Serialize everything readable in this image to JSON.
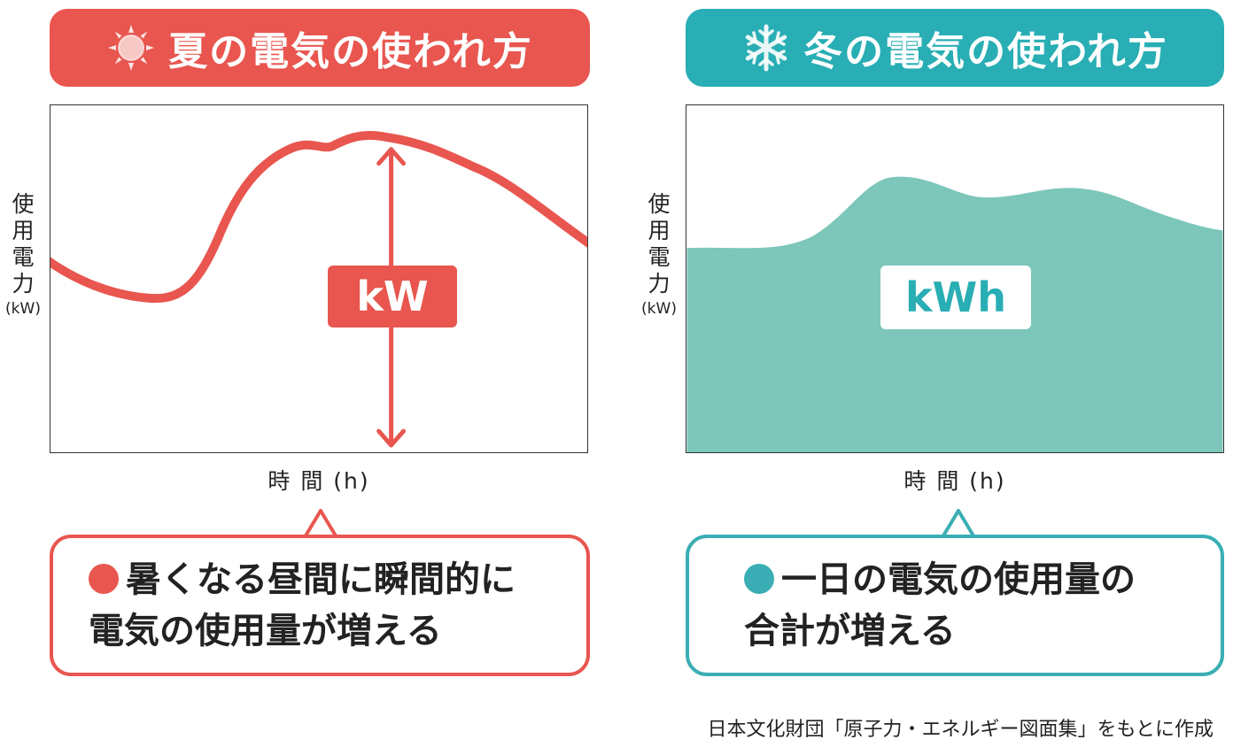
{
  "summer": {
    "title": "夏の電気の使われ方",
    "icon": "sun-icon",
    "color": "#e8564f",
    "y_label": [
      "使",
      "用",
      "電",
      "力"
    ],
    "y_unit": "(kW)",
    "x_label": "時 間 (h)",
    "badge": "kW",
    "bubble_lines": [
      "暑くなる昼間に瞬間的に",
      "電気の使用量が増える"
    ]
  },
  "winter": {
    "title": "冬の電気の使われ方",
    "icon": "snowflake-icon",
    "color": "#28aeb4",
    "fill_color": "#7cc6ba",
    "y_label": [
      "使",
      "用",
      "電",
      "力"
    ],
    "y_unit": "(kW)",
    "x_label": "時 間 (h)",
    "badge": "kWh",
    "bubble_lines": [
      "一日の電気の使用量の",
      "合計が増える"
    ]
  },
  "source": "日本文化財団「原子力・エネルギー図面集」をもとに作成"
}
